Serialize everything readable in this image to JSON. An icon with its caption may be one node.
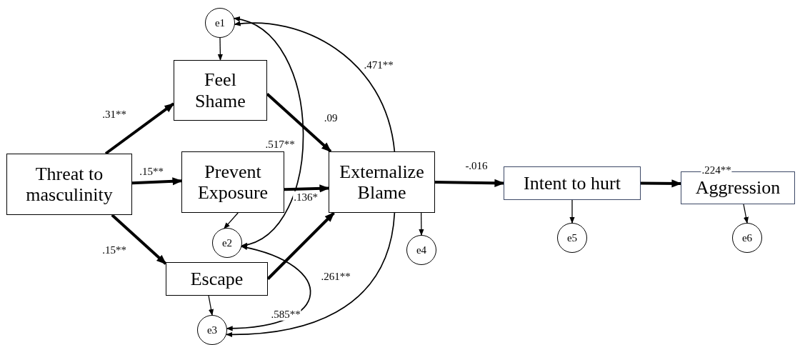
{
  "diagram": {
    "nodes": [
      {
        "text": [
          "Threat to masculinity"
        ]
      },
      {
        "text": [
          "e1"
        ]
      },
      {
        "text": [
          "Feel Shame"
        ]
      },
      {
        "text": [
          "Prevent Exposure"
        ]
      },
      {
        "text": [
          "e2"
        ]
      },
      {
        "text": [
          "Escape"
        ]
      },
      {
        "text": [
          "e3"
        ]
      },
      {
        "text": [
          "Externalize Blame"
        ]
      },
      {
        "text": [
          "e4"
        ]
      },
      {
        "text": [
          "Intent to hurt"
        ]
      },
      {
        "text": [
          "e5"
        ]
      },
      {
        "text": [
          "Aggression"
        ]
      },
      {
        "text": [
          "e6"
        ]
      }
    ],
    "edges": [
      {
        "from": 0,
        "to": 2,
        "arrow": "to",
        "label": ".31**",
        "style": "thick"
      },
      {
        "from": 0,
        "to": 3,
        "arrow": "to",
        "label": ".15**",
        "style": "thick"
      },
      {
        "from": 0,
        "to": 5,
        "arrow": "to",
        "label": ".15**",
        "style": "thick"
      },
      {
        "from": 2,
        "to": 7,
        "arrow": "to",
        "label": ".09",
        "style": "thick"
      },
      {
        "from": 3,
        "to": 7,
        "arrow": "to",
        "label": ".136*",
        "style": "thick"
      },
      {
        "from": 5,
        "to": 7,
        "arrow": "to",
        "label": ".261**",
        "style": "thick"
      },
      {
        "from": 7,
        "to": 9,
        "arrow": "to",
        "label": "-.016",
        "style": "thick"
      },
      {
        "from": 9,
        "to": 11,
        "arrow": "to",
        "label": ".224**",
        "style": "thick"
      },
      {
        "from": 1,
        "to": 2,
        "arrow": "to"
      },
      {
        "from": 3,
        "to": 4,
        "arrow": "to"
      },
      {
        "from": 5,
        "to": 6,
        "arrow": "to"
      },
      {
        "from": 7,
        "to": 8,
        "arrow": "to"
      },
      {
        "from": 9,
        "to": 10,
        "arrow": "to"
      },
      {
        "from": 11,
        "to": 12,
        "arrow": "to"
      },
      {
        "from": 1,
        "to": 4,
        "arrow": "both",
        "label": ".517**"
      },
      {
        "from": 7,
        "to": 1,
        "arrow": "to",
        "label": ".471**"
      },
      {
        "from": 7,
        "to": 6,
        "arrow": "to"
      },
      {
        "from": 4,
        "to": 6,
        "arrow": "both",
        "label": ".585**"
      }
    ]
  }
}
